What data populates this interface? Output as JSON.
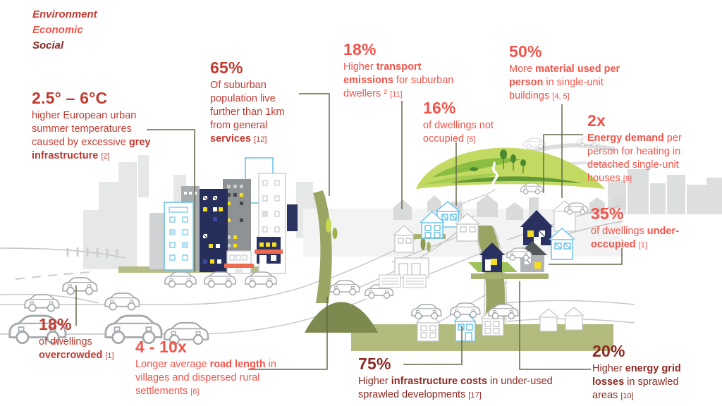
{
  "legend": {
    "items": [
      {
        "label": "Environment",
        "color": "#c23a31"
      },
      {
        "label": "Economic",
        "color": "#f1544a"
      },
      {
        "label": "Social",
        "color": "#8c2a23"
      }
    ]
  },
  "callouts": [
    {
      "id": "urban-heat",
      "category": "Environment",
      "headline": "2.5° – 6°C",
      "t1": "higher European urban summer temperatures caused by excessive ",
      "b1": "grey infrastructure",
      "t2": " ",
      "ref": "[2]"
    },
    {
      "id": "distance-to-services",
      "category": "Environment",
      "headline": "65%",
      "t1": "Of suburban population live further than 1km from general ",
      "b1": "services",
      "t2": " ",
      "ref": "[12]"
    },
    {
      "id": "transport-emissions",
      "category": "Economic",
      "headline": "18%",
      "t1": "Higher ",
      "b1": "transport emissions",
      "t2": " for suburban dwellers ² ",
      "ref": "[11]"
    },
    {
      "id": "dwellings-not-occupied",
      "category": "Economic",
      "headline": "16%",
      "t1": "of dwellings not occupied ",
      "b1": "",
      "t2": "",
      "ref": "[5]"
    },
    {
      "id": "material-use",
      "category": "Economic",
      "headline": "50%",
      "t1": "More ",
      "b1": "material used per person",
      "t2": " in single-unit buildings ",
      "ref": "[4, 5]"
    },
    {
      "id": "energy-demand",
      "category": "Economic",
      "headline": "2x",
      "t1": "",
      "b1": "Energy demand",
      "t2": " per person for heating in detached single-unit houses ",
      "ref": "[9]"
    },
    {
      "id": "under-occupied",
      "category": "Economic",
      "headline": "35%",
      "t1": "of dwellings ",
      "b1": "under-occupied",
      "t2": " ",
      "ref": "[1]"
    },
    {
      "id": "overcrowded",
      "category": "Environment",
      "headline": "18%",
      "t1": "of dwellings ",
      "b1": "overcrowded",
      "t2": " ",
      "ref": "[1]"
    },
    {
      "id": "road-length",
      "category": "Economic",
      "headline": "4 - 10x",
      "t1": "Longer average ",
      "b1": "road length",
      "t2": " in villages and dispersed rural settlements ",
      "ref": "[6]"
    },
    {
      "id": "infrastructure-costs",
      "category": "Social",
      "headline": "75%",
      "t1": "Higher ",
      "b1": "infrastructure costs",
      "t2": " in under-used sprawled developments ",
      "ref": "[17]"
    },
    {
      "id": "grid-losses",
      "category": "Social",
      "headline": "20%",
      "t1": "Higher ",
      "b1": "energy grid losses",
      "t2": " in sprawled areas ",
      "ref": "[10]"
    }
  ],
  "colors": {
    "environment": "#c23a31",
    "economic": "#f1544a",
    "social": "#8c2a23",
    "connector_line": "#65684a",
    "navy_building": "#262f5c",
    "light_blue_outline": "#6cc4ea",
    "orange_awning": "#ef6b4d",
    "olive_green": "#a9b172",
    "hill_green": "#8abd42",
    "window_yellow": "#f5de1f"
  },
  "illustration": {
    "scene_elements": [
      "city-skyline",
      "high-rise-buildings",
      "shops-with-awnings",
      "traffic-jam",
      "roads",
      "green-hill",
      "trees",
      "suburban-houses",
      "parked-cars"
    ]
  }
}
